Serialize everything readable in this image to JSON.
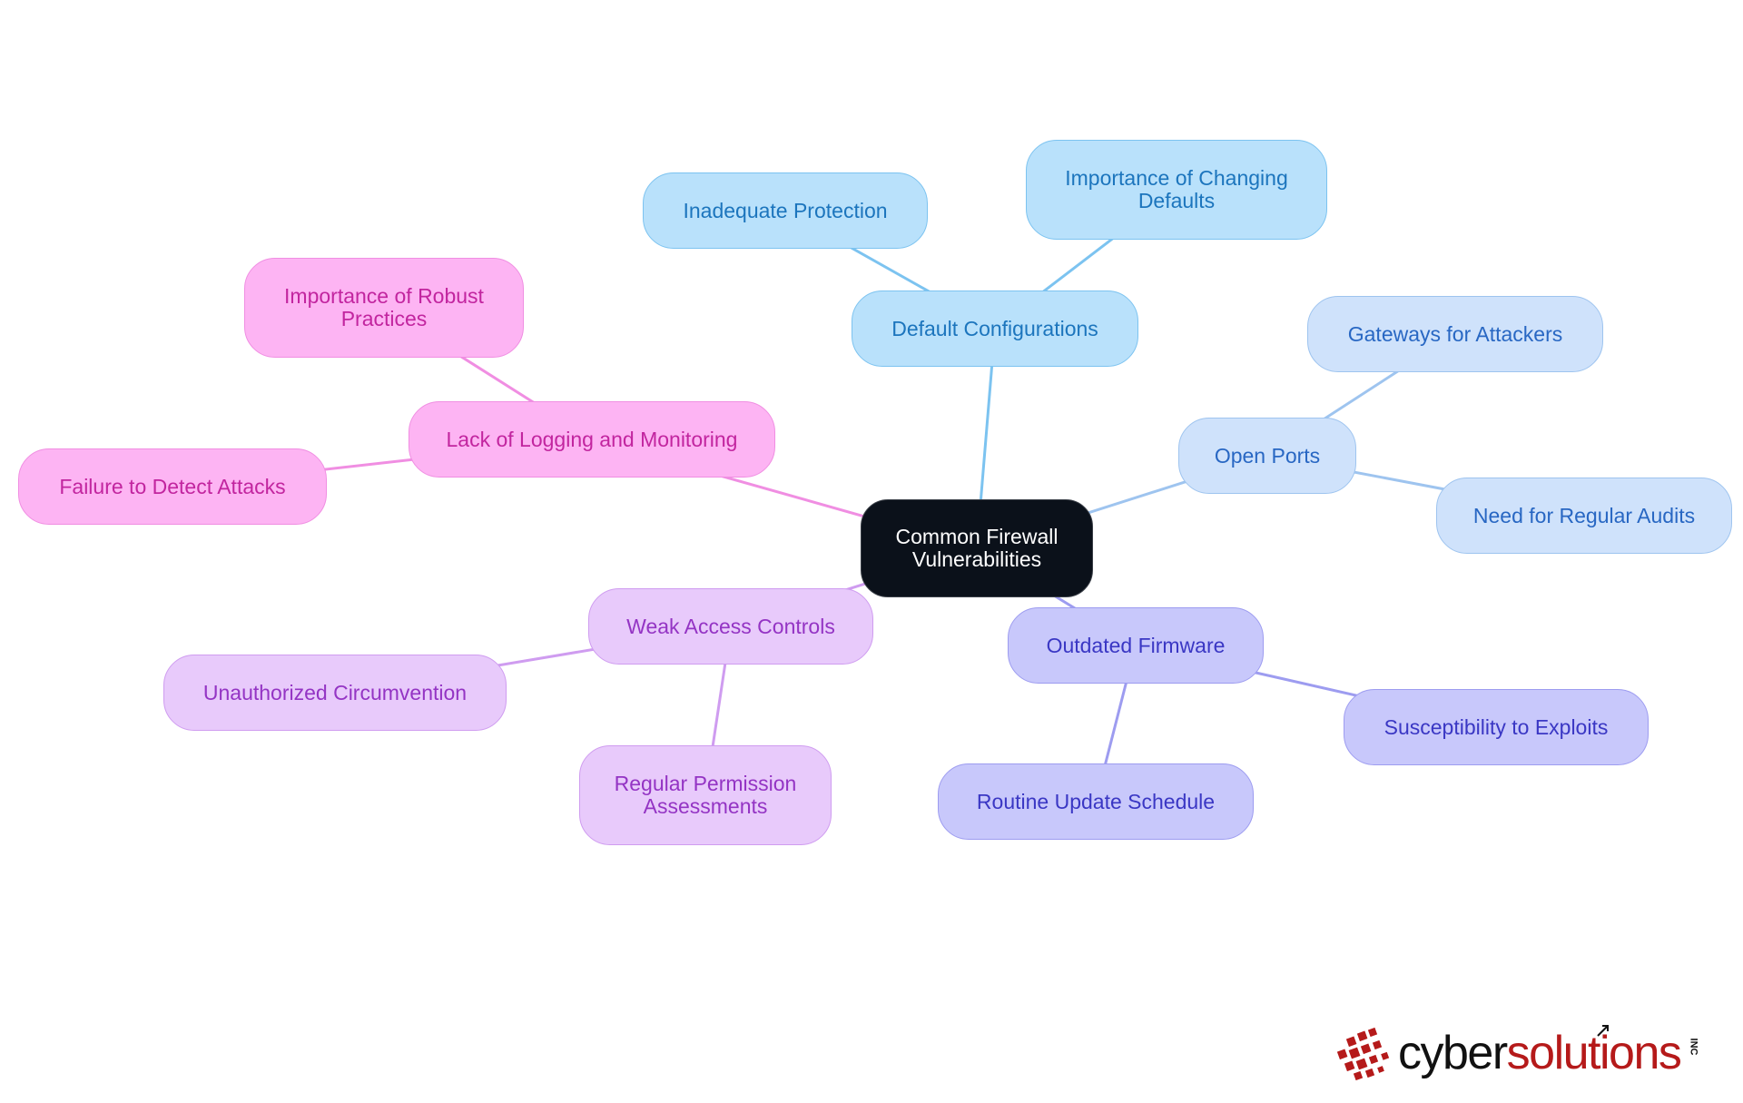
{
  "diagram": {
    "center": {
      "id": "center",
      "lines": [
        "Common Firewall",
        "Vulnerabilities"
      ]
    },
    "branches": [
      {
        "id": "default-configurations",
        "label": "Default Configurations",
        "colors": {
          "fill": "#b9e1fb",
          "border": "#7cc3f0",
          "text": "#1c75bd",
          "line": "#7cc3f0"
        },
        "children": [
          {
            "id": "inadequate-protection",
            "lines": [
              "Inadequate Protection"
            ]
          },
          {
            "id": "importance-of-changing-defaults",
            "lines": [
              "Importance of Changing",
              "Defaults"
            ]
          }
        ]
      },
      {
        "id": "open-ports",
        "label": "Open Ports",
        "colors": {
          "fill": "#cfe2fb",
          "border": "#9ec4ef",
          "text": "#2867c3",
          "line": "#9ec4ef"
        },
        "children": [
          {
            "id": "gateways-for-attackers",
            "lines": [
              "Gateways for Attackers"
            ]
          },
          {
            "id": "need-for-regular-audits",
            "lines": [
              "Need for Regular Audits"
            ]
          }
        ]
      },
      {
        "id": "outdated-firmware",
        "label": "Outdated Firmware",
        "colors": {
          "fill": "#c8c8fb",
          "border": "#9d9cf0",
          "text": "#3a37c4",
          "line": "#9d9cf0"
        },
        "children": [
          {
            "id": "susceptibility-to-exploits",
            "lines": [
              "Susceptibility to Exploits"
            ]
          },
          {
            "id": "routine-update-schedule",
            "lines": [
              "Routine Update Schedule"
            ]
          }
        ]
      },
      {
        "id": "weak-access-controls",
        "label": "Weak Access Controls",
        "colors": {
          "fill": "#e8cafb",
          "border": "#cf9cf0",
          "text": "#9434c4",
          "line": "#cf9cf0"
        },
        "children": [
          {
            "id": "unauthorized-circumvention",
            "lines": [
              "Unauthorized Circumvention"
            ]
          },
          {
            "id": "regular-permission-assessments",
            "lines": [
              "Regular Permission",
              "Assessments"
            ]
          }
        ]
      },
      {
        "id": "lack-of-logging-and-monitoring",
        "label": "Lack of Logging and Monitoring",
        "colors": {
          "fill": "#fdb4f3",
          "border": "#f08ee2",
          "text": "#c2259f",
          "line": "#f08ee2"
        },
        "children": [
          {
            "id": "importance-of-robust-practices",
            "lines": [
              "Importance of Robust",
              "Practices"
            ]
          },
          {
            "id": "failure-to-detect-attacks",
            "lines": [
              "Failure to Detect Attacks"
            ]
          }
        ]
      }
    ],
    "center_colors": {
      "fill": "#0b111a",
      "border": "#3a3f47",
      "text": "#ffffff"
    }
  },
  "logo": {
    "cyber": "cyber",
    "solutions": "solutions",
    "inc": "INC",
    "icon": "red-pixel-mark-icon"
  }
}
